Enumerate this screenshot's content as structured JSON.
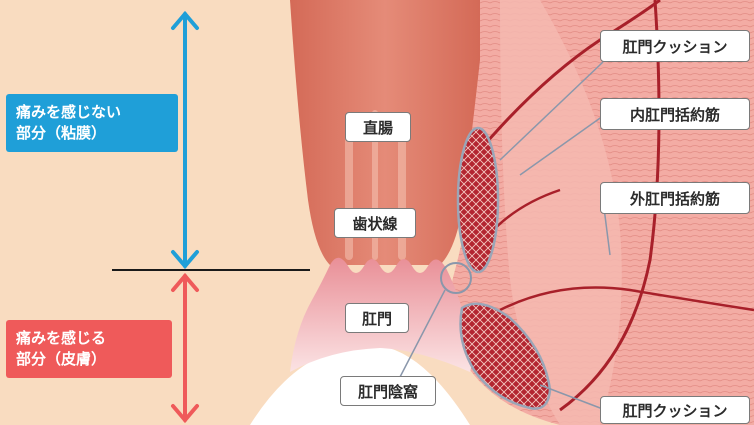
{
  "zones": {
    "painless": {
      "line1": "痛みを感じない",
      "line2": "部分（粘膜）",
      "color": "#1f9fd8"
    },
    "painful": {
      "line1": "痛みを感じる",
      "line2": "部分（皮膚）",
      "color": "#ef5a5a"
    }
  },
  "labels": {
    "rectum": "直腸",
    "dentate_line": "歯状線",
    "anus": "肛門",
    "anal_crypt": "肛門陰窩",
    "anal_cushion_upper": "肛門クッション",
    "internal_sphincter": "内肛門括約筋",
    "external_sphincter": "外肛門括約筋",
    "anal_cushion_lower": "肛門クッション"
  },
  "colors": {
    "skin": "#f9dcc0",
    "rectum": "#d9735f",
    "anal_canal": "#f2b4b8",
    "muscle": "#f1a7a0",
    "cushion": "#a8202a",
    "blue_arrow": "#1f9fd8",
    "red_arrow": "#ef5a5a"
  }
}
